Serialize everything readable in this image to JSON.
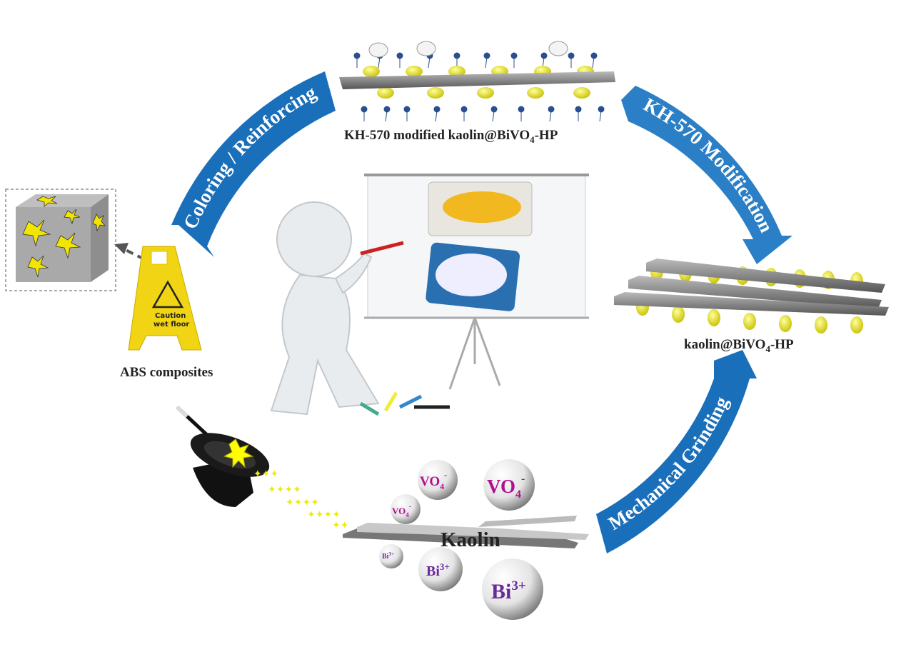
{
  "labels": {
    "top": "KH-570 modified kaolin@BiVO",
    "top_sub": "4",
    "top_suffix": "-HP",
    "right": "kaolin@BiVO",
    "right_sub": "4",
    "right_suffix": "-HP",
    "left": "ABS composites",
    "kaolin": "Kaolin"
  },
  "arrows": {
    "coloring": "Coloring / Reinforcing",
    "modification": "KH-570  Modification",
    "grinding": "Mechanical  Grinding"
  },
  "ions": {
    "vo4": "VO",
    "vo4_sub": "4",
    "vo4_sup": "-",
    "bi": "Bi",
    "bi_sup": "3+"
  },
  "sign": {
    "line1": "Caution",
    "line2": "wet floor"
  },
  "colors": {
    "arrow": "#1a6fba",
    "yellow": "#f2e600",
    "vo4": "#b0108f",
    "bi": "#6a2a9a"
  }
}
